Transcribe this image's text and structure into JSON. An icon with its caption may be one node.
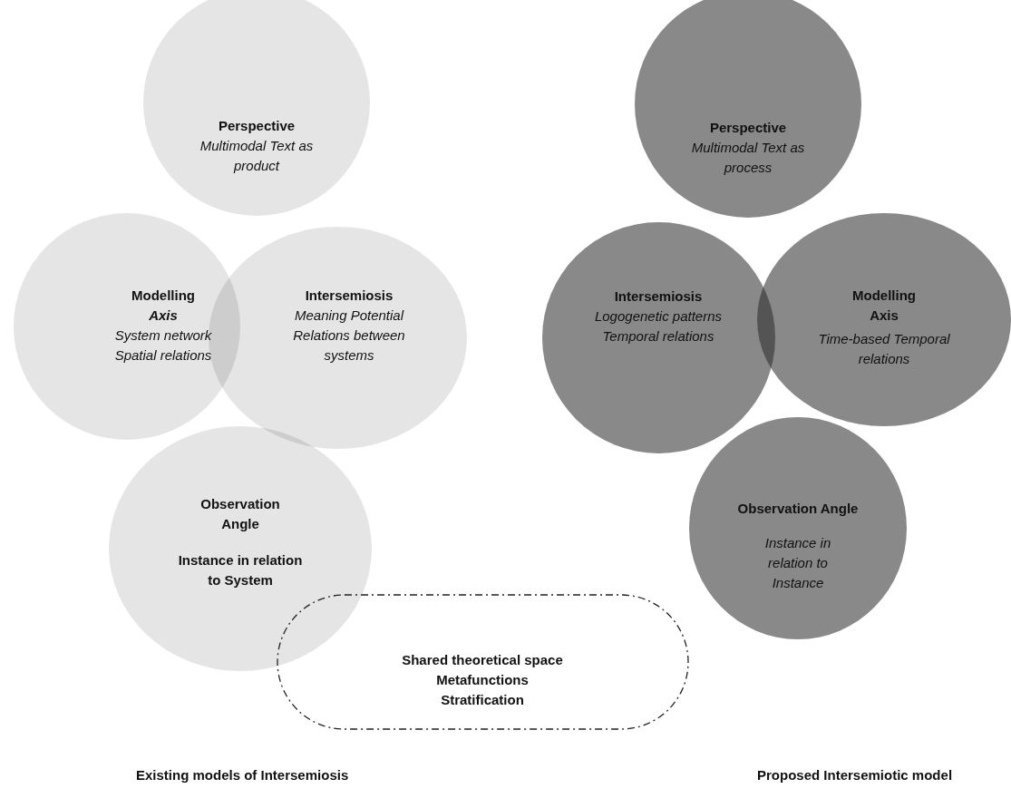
{
  "diagram": {
    "nodes": [
      {
        "text": [
          "Perspective",
          "Multimodal Text as product"
        ]
      },
      {
        "text": [
          "Modelling",
          "Axis",
          "System network Spatial relations"
        ]
      },
      {
        "text": [
          "Intersemiosis",
          "Meaning Potential Relations between systems"
        ]
      },
      {
        "text": [
          "Observation Angle",
          "Instance in relation to System"
        ]
      },
      {
        "text": [
          "Shared theoretical space",
          "Metafunctions",
          "Stratification"
        ]
      },
      {
        "text": [
          "Perspective",
          "Multimodal Text as process"
        ]
      },
      {
        "text": [
          "Intersemiosis",
          "Logogenetic patterns Temporal relations"
        ]
      },
      {
        "text": [
          "Modelling Axis",
          "Time-based Temporal relations"
        ]
      },
      {
        "text": [
          "Observation Angle",
          "Instance in relation to Instance"
        ]
      }
    ],
    "labels": [
      "Existing models of Intersemiosis",
      "Proposed Intersemiotic model"
    ]
  }
}
